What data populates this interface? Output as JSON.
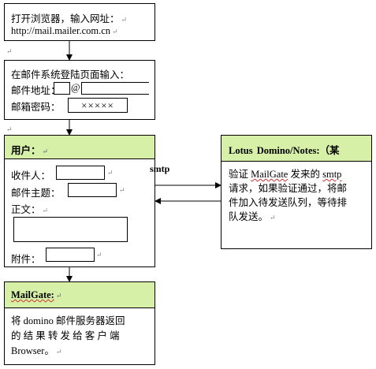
{
  "step1": {
    "line1": "打开浏览器，输入网址：",
    "line2": "http://mail.mailer.com.cn"
  },
  "step2": {
    "title": "在邮件系统登陆页面输入：",
    "address_label": "邮件地址：",
    "at_sign": "@",
    "password_label": "邮箱密码：",
    "password_mask": "×××××"
  },
  "user_panel": {
    "title": "用户：",
    "recipient_label": "收件人：",
    "subject_label": "邮件主题：",
    "body_label": "正文：",
    "attachment_label": "附件："
  },
  "lotus": {
    "title": "Lotus Domino/Notes:（某",
    "desc_line1_a": "验证 ",
    "desc_line1_b": "MailGate",
    "desc_line1_c": " 发来的 ",
    "desc_line1_d": "smtp",
    "desc_line2": "请求，如果验证通过，将邮",
    "desc_line3": "件加入待发送队列，等待排",
    "desc_line4": "队发送。"
  },
  "connector_label": "smtp",
  "mailgate": {
    "title": "MailGate:",
    "desc_line1": "将 domino 邮件服务器返回",
    "desc_line2": "的 结 果 转 发 给 客 户 端",
    "desc_line3": "Browser。"
  },
  "return_mark": "↵",
  "colors": {
    "header_fill": "#d6f0a8",
    "border": "#000000",
    "mark": "#888888",
    "spell_squiggle": "#d03030"
  }
}
